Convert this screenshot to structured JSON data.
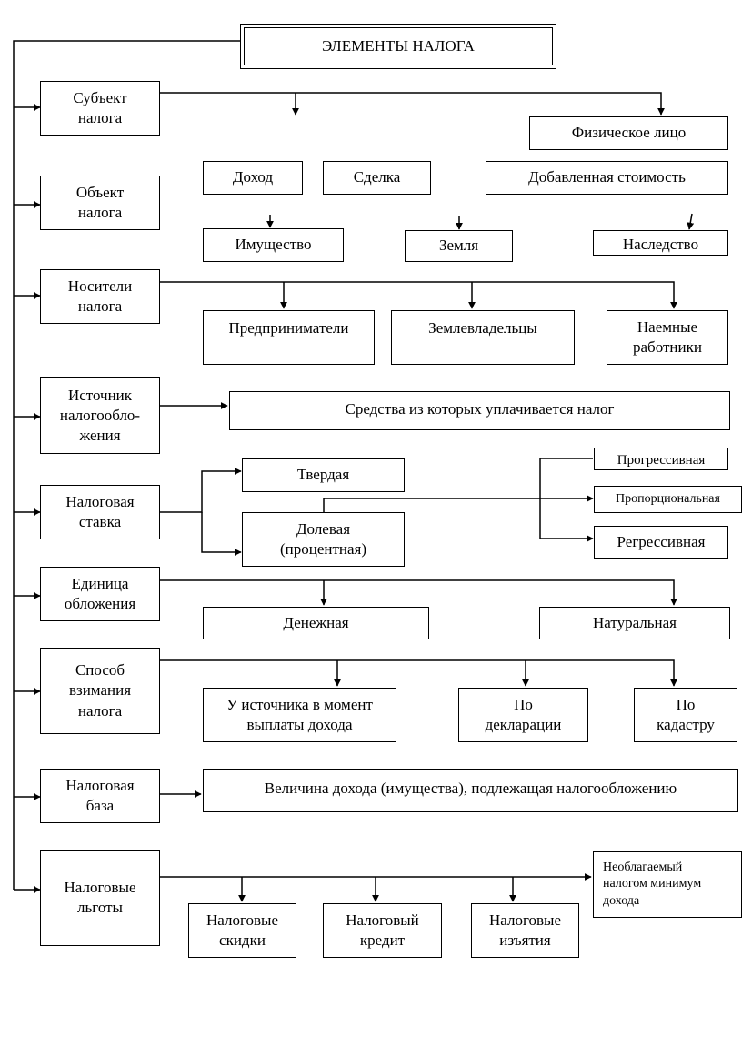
{
  "title": "ЭЛЕМЕНТЫ НАЛОГА",
  "elements": {
    "subject": "Субъект\nналога",
    "object": "Объект\nналога",
    "carriers": "Носители\nналога",
    "source": "Источник\nналогообло-\nжения",
    "rate": "Налоговая\nставка",
    "unit": "Единица\nобложения",
    "method": "Способ\nвзимания\nналога",
    "base": "Налоговая\nбаза",
    "benefits": "Налоговые\nльготы"
  },
  "subject_items": {
    "individual": "Физическое лицо"
  },
  "object_items": {
    "income": "Доход",
    "deal": "Сделка",
    "added_value": "Добавленная стоимость",
    "property": "Имущество",
    "land": "Земля",
    "inheritance": "Наследство"
  },
  "carrier_items": {
    "entrepreneurs": "Предприниматели",
    "landowners": "Землевладельцы",
    "employees": "Наемные\nработники"
  },
  "source_items": {
    "funds": "Средства из которых уплачивается  налог"
  },
  "rate_items": {
    "fixed": "Твердая",
    "share": "Долевая\n(процентная)",
    "progressive": "Прогрессивная",
    "proportional": "Пропорциональная",
    "regressive": "Регрессивная"
  },
  "unit_items": {
    "monetary": "Денежная",
    "natural": "Натуральная"
  },
  "method_items": {
    "at_source": "У источника в момент\nвыплаты дохода",
    "declaration": "По\nдекларации",
    "cadastre": "По\nкадастру"
  },
  "base_items": {
    "value": "Величина дохода (имущества), подлежащая налогообложению"
  },
  "benefit_items": {
    "min_income": "Необлагаемый\nналогом минимум\nдохода",
    "deductions": "Налоговые\nскидки",
    "credit": "Налоговый\nкредит",
    "withdrawals": "Налоговые\nизъятия"
  }
}
